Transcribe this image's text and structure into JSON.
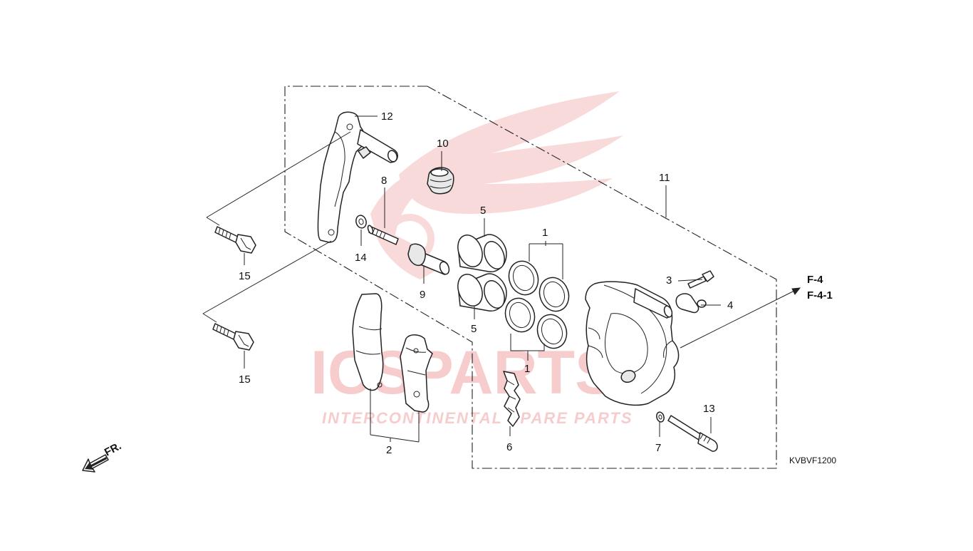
{
  "watermark": {
    "brand": "ICSPARTS",
    "tagline": "INTERCONTINENTAL SPARE PARTS"
  },
  "callouts": {
    "p1a": "1",
    "p1b": "1",
    "p2": "2",
    "p3": "3",
    "p4": "4",
    "p5a": "5",
    "p5b": "5",
    "p6": "6",
    "p7": "7",
    "p8": "8",
    "p9": "9",
    "p10": "10",
    "p11": "11",
    "p12": "12",
    "p13": "13",
    "p14": "14",
    "p15a": "15",
    "p15b": "15"
  },
  "references": [
    "F-4",
    "F-4-1"
  ],
  "diagram_code": "KVBVF1200",
  "front_indicator": "FR."
}
